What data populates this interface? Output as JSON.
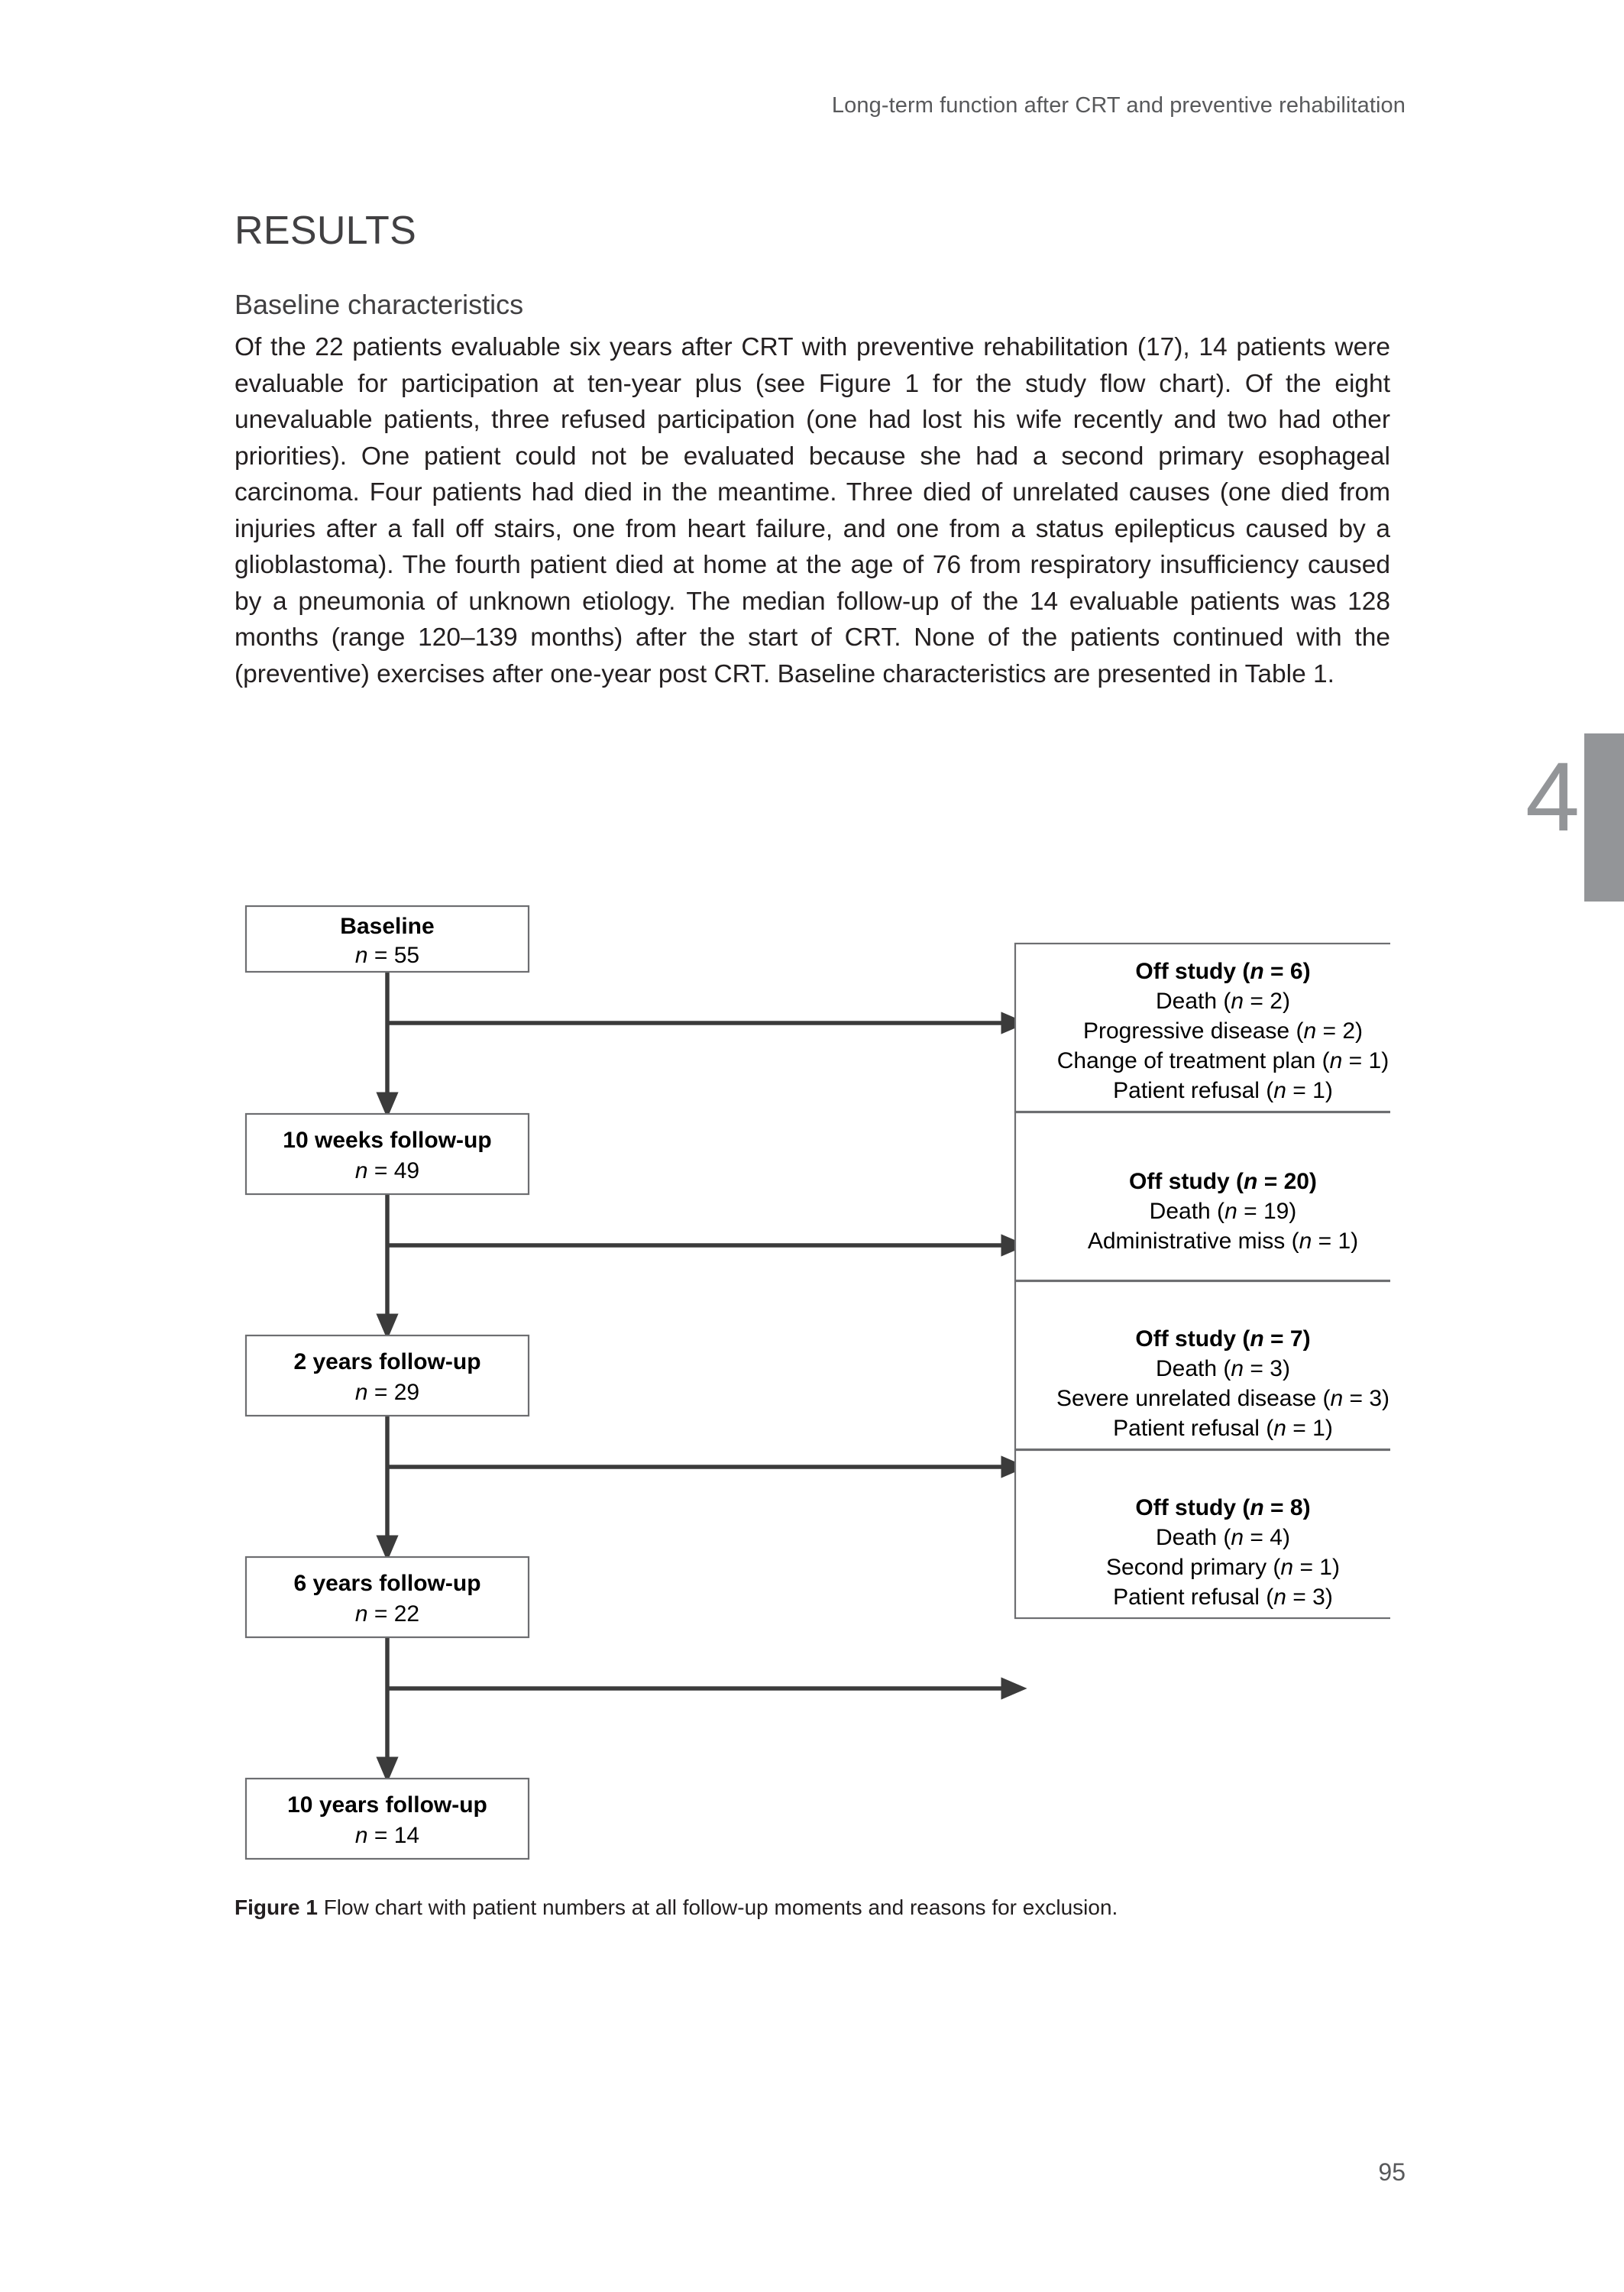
{
  "header": {
    "running_title": "Long-term function after CRT and preventive rehabilitation"
  },
  "chapter": {
    "number": "4",
    "tab_color": "#939598"
  },
  "main": {
    "section_title": "RESULTS",
    "subsection_title": "Baseline characteristics",
    "paragraph": "Of the 22 patients evaluable six years after CRT with preventive rehabilitation (17), 14 patients were evaluable for participation at ten-year plus (see Figure 1 for the study flow chart). Of the eight unevaluable patients, three refused participation (one had lost his wife recently and two had other priorities). One patient could not be evaluated because she had a second primary esophageal carcinoma. Four patients had died in the meantime. Three died of unrelated causes (one died from injuries after a fall off stairs, one from heart failure, and one from a status epilepticus caused by a glioblastoma). The fourth patient died at home at the age of 76 from respiratory insufficiency caused by a pneumonia of unknown etiology. The median follow-up of the 14 evaluable patients was 128 months (range 120–139 months) after the start of CRT. None of the patients continued with the (preventive) exercises after one-year post CRT. Baseline characteristics are presented in Table 1."
  },
  "figure": {
    "label": "Figure 1",
    "caption": "Flow chart with patient numbers at all follow-up moments and reasons for exclusion.",
    "timeline": [
      {
        "title": "Baseline",
        "n_label": "n = 55",
        "n_prefix": "n",
        "n_value": "= 55"
      },
      {
        "title": "10 weeks follow-up",
        "n_label": "n = 49",
        "n_prefix": "n",
        "n_value": "= 49"
      },
      {
        "title": "2 years follow-up",
        "n_label": "n = 29",
        "n_prefix": "n",
        "n_value": "= 29"
      },
      {
        "title": "6 years follow-up",
        "n_label": "n = 22",
        "n_prefix": "n",
        "n_value": "= 22"
      },
      {
        "title": "10 years follow-up",
        "n_label": "n = 14",
        "n_prefix": "n",
        "n_value": "= 14"
      }
    ],
    "offstudy": [
      {
        "heading_pre": "Off study (",
        "heading_n": "n",
        "heading_post": " = 6)",
        "reasons": [
          {
            "text_pre": "Death (",
            "n": "n",
            "text_post": " = 2)"
          },
          {
            "text_pre": "Progressive disease (",
            "n": "n",
            "text_post": " = 2)"
          },
          {
            "text_pre": "Change of treatment plan (",
            "n": "n",
            "text_post": " = 1)"
          },
          {
            "text_pre": "Patient refusal (",
            "n": "n",
            "text_post": " = 1)"
          }
        ]
      },
      {
        "heading_pre": "Off study (",
        "heading_n": "n",
        "heading_post": " = 20)",
        "reasons": [
          {
            "text_pre": "Death (",
            "n": "n",
            "text_post": " = 19)"
          },
          {
            "text_pre": "Administrative miss (",
            "n": "n",
            "text_post": " = 1)"
          }
        ]
      },
      {
        "heading_pre": "Off study (",
        "heading_n": "n",
        "heading_post": " = 7)",
        "reasons": [
          {
            "text_pre": "Death (",
            "n": "n",
            "text_post": " = 3)"
          },
          {
            "text_pre": "Severe unrelated disease (",
            "n": "n",
            "text_post": " = 3)"
          },
          {
            "text_pre": "Patient refusal (",
            "n": "n",
            "text_post": " = 1)"
          }
        ]
      },
      {
        "heading_pre": "Off study (",
        "heading_n": "n",
        "heading_post": " = 8)",
        "reasons": [
          {
            "text_pre": "Death (",
            "n": "n",
            "text_post": " = 4)"
          },
          {
            "text_pre": "Second primary (",
            "n": "n",
            "text_post": " = 1)"
          },
          {
            "text_pre": "Patient refusal (",
            "n": "n",
            "text_post": " = 3)"
          }
        ]
      }
    ]
  },
  "footer": {
    "page_number": "95"
  }
}
